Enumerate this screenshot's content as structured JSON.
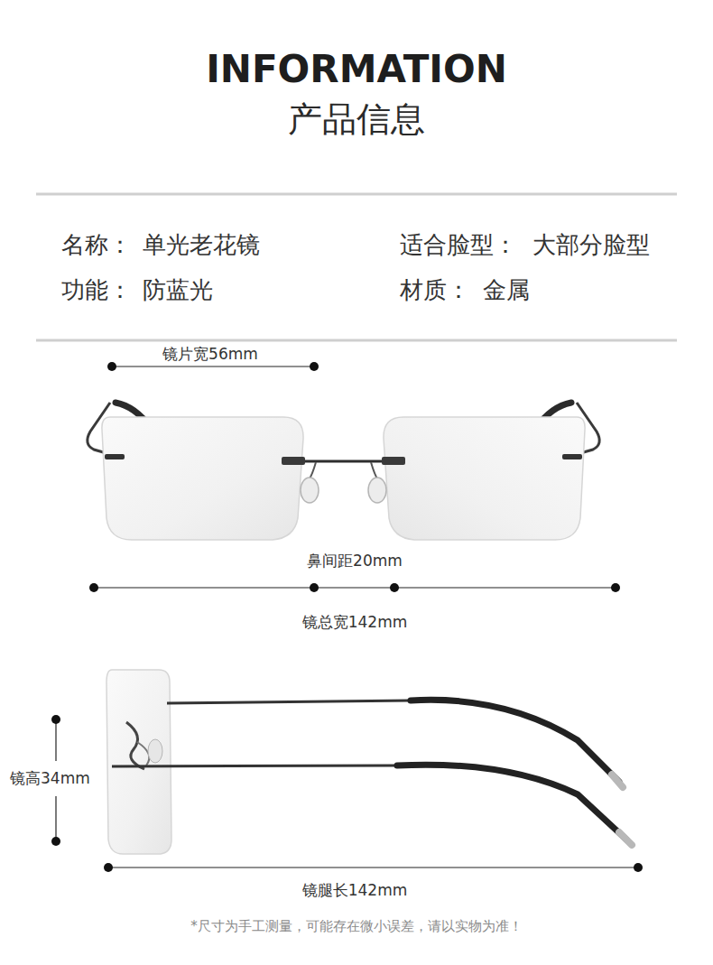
{
  "diagram": {
    "title": "INFORMATION",
    "caption": "*尺寸为手工测量，可能存在微小误差，请以实物为准！",
    "labels": [
      "产品信息",
      "名称：",
      "单光老花镜",
      "适合脸型：",
      "大部分脸型",
      "功能：",
      "防蓝光",
      "材质：",
      "金属",
      "镜片宽56mm",
      "鼻间距20mm",
      "镜总宽142mm",
      "镜高34mm",
      "镜腿长142mm"
    ]
  }
}
